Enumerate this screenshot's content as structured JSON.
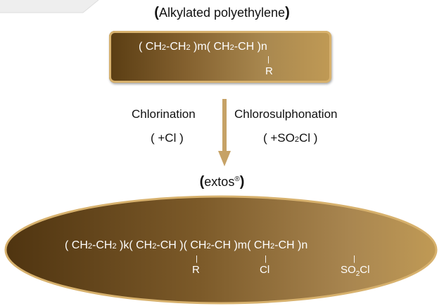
{
  "top_heading": {
    "open": "(",
    "text": "Alkylated polyethylene",
    "close": ")"
  },
  "top_formula": {
    "p1": "( CH",
    "s1": "2",
    "p2": "-CH",
    "s2": "2",
    "p3": " )m( CH",
    "s3": "2",
    "p4": "-CH )n",
    "bar": "|",
    "r": "R"
  },
  "reactions": {
    "left": {
      "name": "Chlorination",
      "reagent": "( +Cl )"
    },
    "right": {
      "name": "Chlorosulphonation",
      "reagent_open": "( +SO",
      "reagent_sub": "2",
      "reagent_close": "Cl )"
    }
  },
  "product_heading": {
    "open": "(",
    "text": "extos",
    "reg": "®",
    "close": ")"
  },
  "product_formula": {
    "p1": "( CH",
    "s1": "2",
    "p2": "-CH",
    "s2": "2",
    "p3": " )k( CH",
    "s3": "2",
    "p4": "-CH )( CH",
    "s4": "2",
    "p5": "-CH )m( CH",
    "s5": "2",
    "p6": "-CH )n",
    "bar": "|",
    "r": "R",
    "cl": "Cl",
    "so_open": "SO",
    "so_sub": "2",
    "so_close": "Cl"
  },
  "colors": {
    "dark_brown": "#4f3410",
    "mid_brown": "#8a6633",
    "light_brown": "#c09a55",
    "arrow": "#c6a266"
  }
}
